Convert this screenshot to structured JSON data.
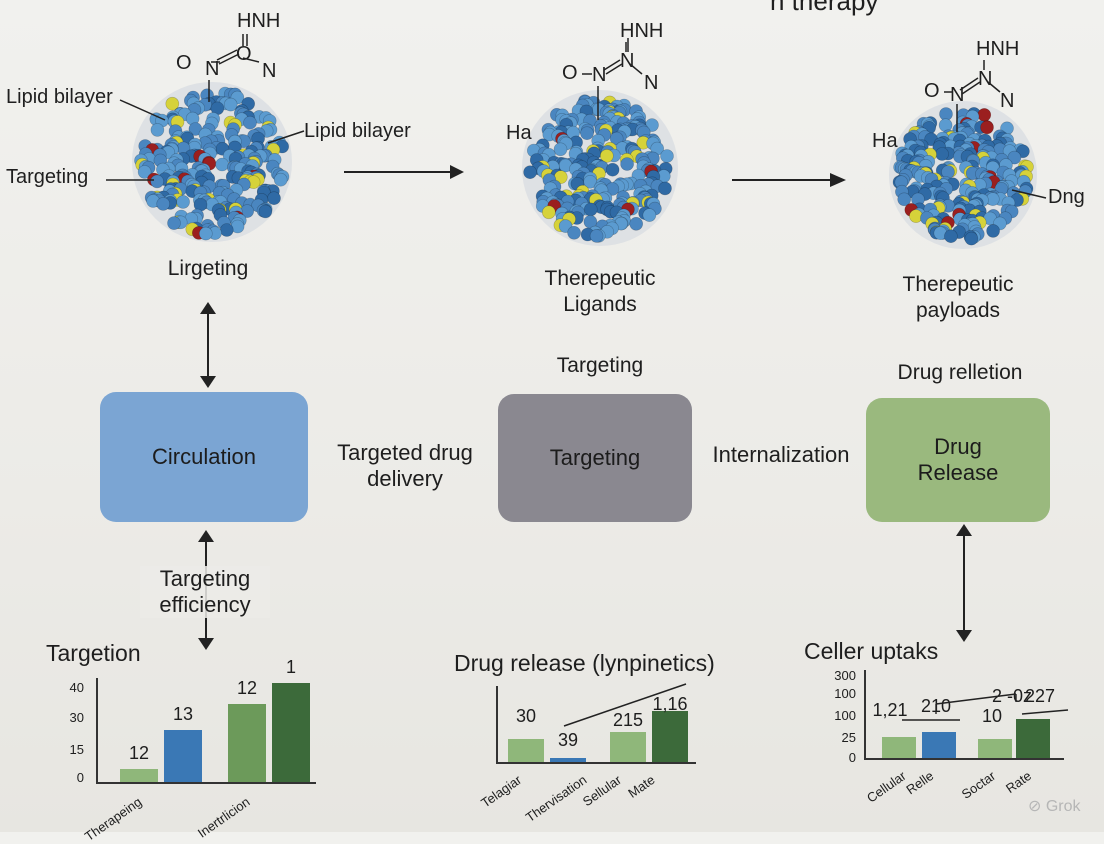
{
  "title_fragment": "n therapy",
  "colors": {
    "circulation": "#7ba5d3",
    "targeting": "#8a8890",
    "release": "#9ab97e",
    "bar_light_green": "#8fb77a",
    "bar_blue": "#3a78b5",
    "bar_green": "#6c9a5a",
    "bar_dark_green": "#3c6a3a",
    "nanoparticle": "#4a86c0"
  },
  "top": {
    "p1": {
      "formula_top": "HNH",
      "formula_mid": "O",
      "formula_left": "O",
      "formula_n1": "N",
      "formula_n2": "N",
      "label_left": "Lipid bilayer",
      "label_right": "Lipid bilayer",
      "label_targeting": "Targeting",
      "caption": "Lirgeting"
    },
    "p2": {
      "formula_top": "HNH",
      "formula_left": "O",
      "formula_n1": "N",
      "formula_n2": "N",
      "formula_n3": "N",
      "label_h": "Ha",
      "caption_line1": "Therepeutic",
      "caption_line2": "Ligands"
    },
    "p3": {
      "formula_top": "HNH",
      "formula_left": "O",
      "formula_n1": "N",
      "formula_n2": "N",
      "formula_n3": "N",
      "label_h": "Ha",
      "label_dng": "Dng",
      "caption_line1": "Therepeutic",
      "caption_line2": "payloads"
    }
  },
  "middle": {
    "circulation": "Circulation",
    "between1_line1": "Targeted drug",
    "between1_line2": "delivery",
    "targeting_above": "Targeting",
    "targeting": "Targeting",
    "between2": "Internalization",
    "release_above": "Drug relletion",
    "release_line1": "Drug",
    "release_line2": "Release",
    "efficiency_line1": "Targeting",
    "efficiency_line2": "efficiency"
  },
  "chart_data": [
    {
      "type": "bar",
      "title": "Targetion",
      "yticks": [
        "40",
        "30",
        "15",
        "0"
      ],
      "ylim": [
        0,
        40
      ],
      "categories": [
        "Therapeing",
        "Therapeing",
        "Inertrlicion",
        "Inertrlicion"
      ],
      "values": [
        5,
        20,
        30,
        38
      ],
      "data_labels": [
        "12",
        "13",
        "12",
        "1"
      ],
      "xtick_labels": [
        "Therapeing",
        "Inertrlicion"
      ]
    },
    {
      "type": "bar",
      "title": "Drug release (lynpinetics)",
      "categories": [
        "Telagiar",
        "Thervisation",
        "Sellular",
        "Mate"
      ],
      "values": [
        30,
        5,
        39,
        65
      ],
      "data_labels": [
        "30",
        "39",
        "215",
        "1,16"
      ],
      "ylim": [
        0,
        100
      ]
    },
    {
      "type": "bar",
      "title": "Celler uptaks",
      "yticks": [
        "300",
        "100",
        "100",
        "25",
        "0"
      ],
      "categories": [
        "Cellular",
        "Relle",
        "Soctar",
        "Rate"
      ],
      "values": [
        40,
        50,
        36,
        74
      ],
      "data_labels": [
        "1,21",
        "210",
        "10",
        "227"
      ],
      "extra_label": "2 -0z",
      "ylim": [
        0,
        100
      ]
    }
  ],
  "watermark": "Grok"
}
